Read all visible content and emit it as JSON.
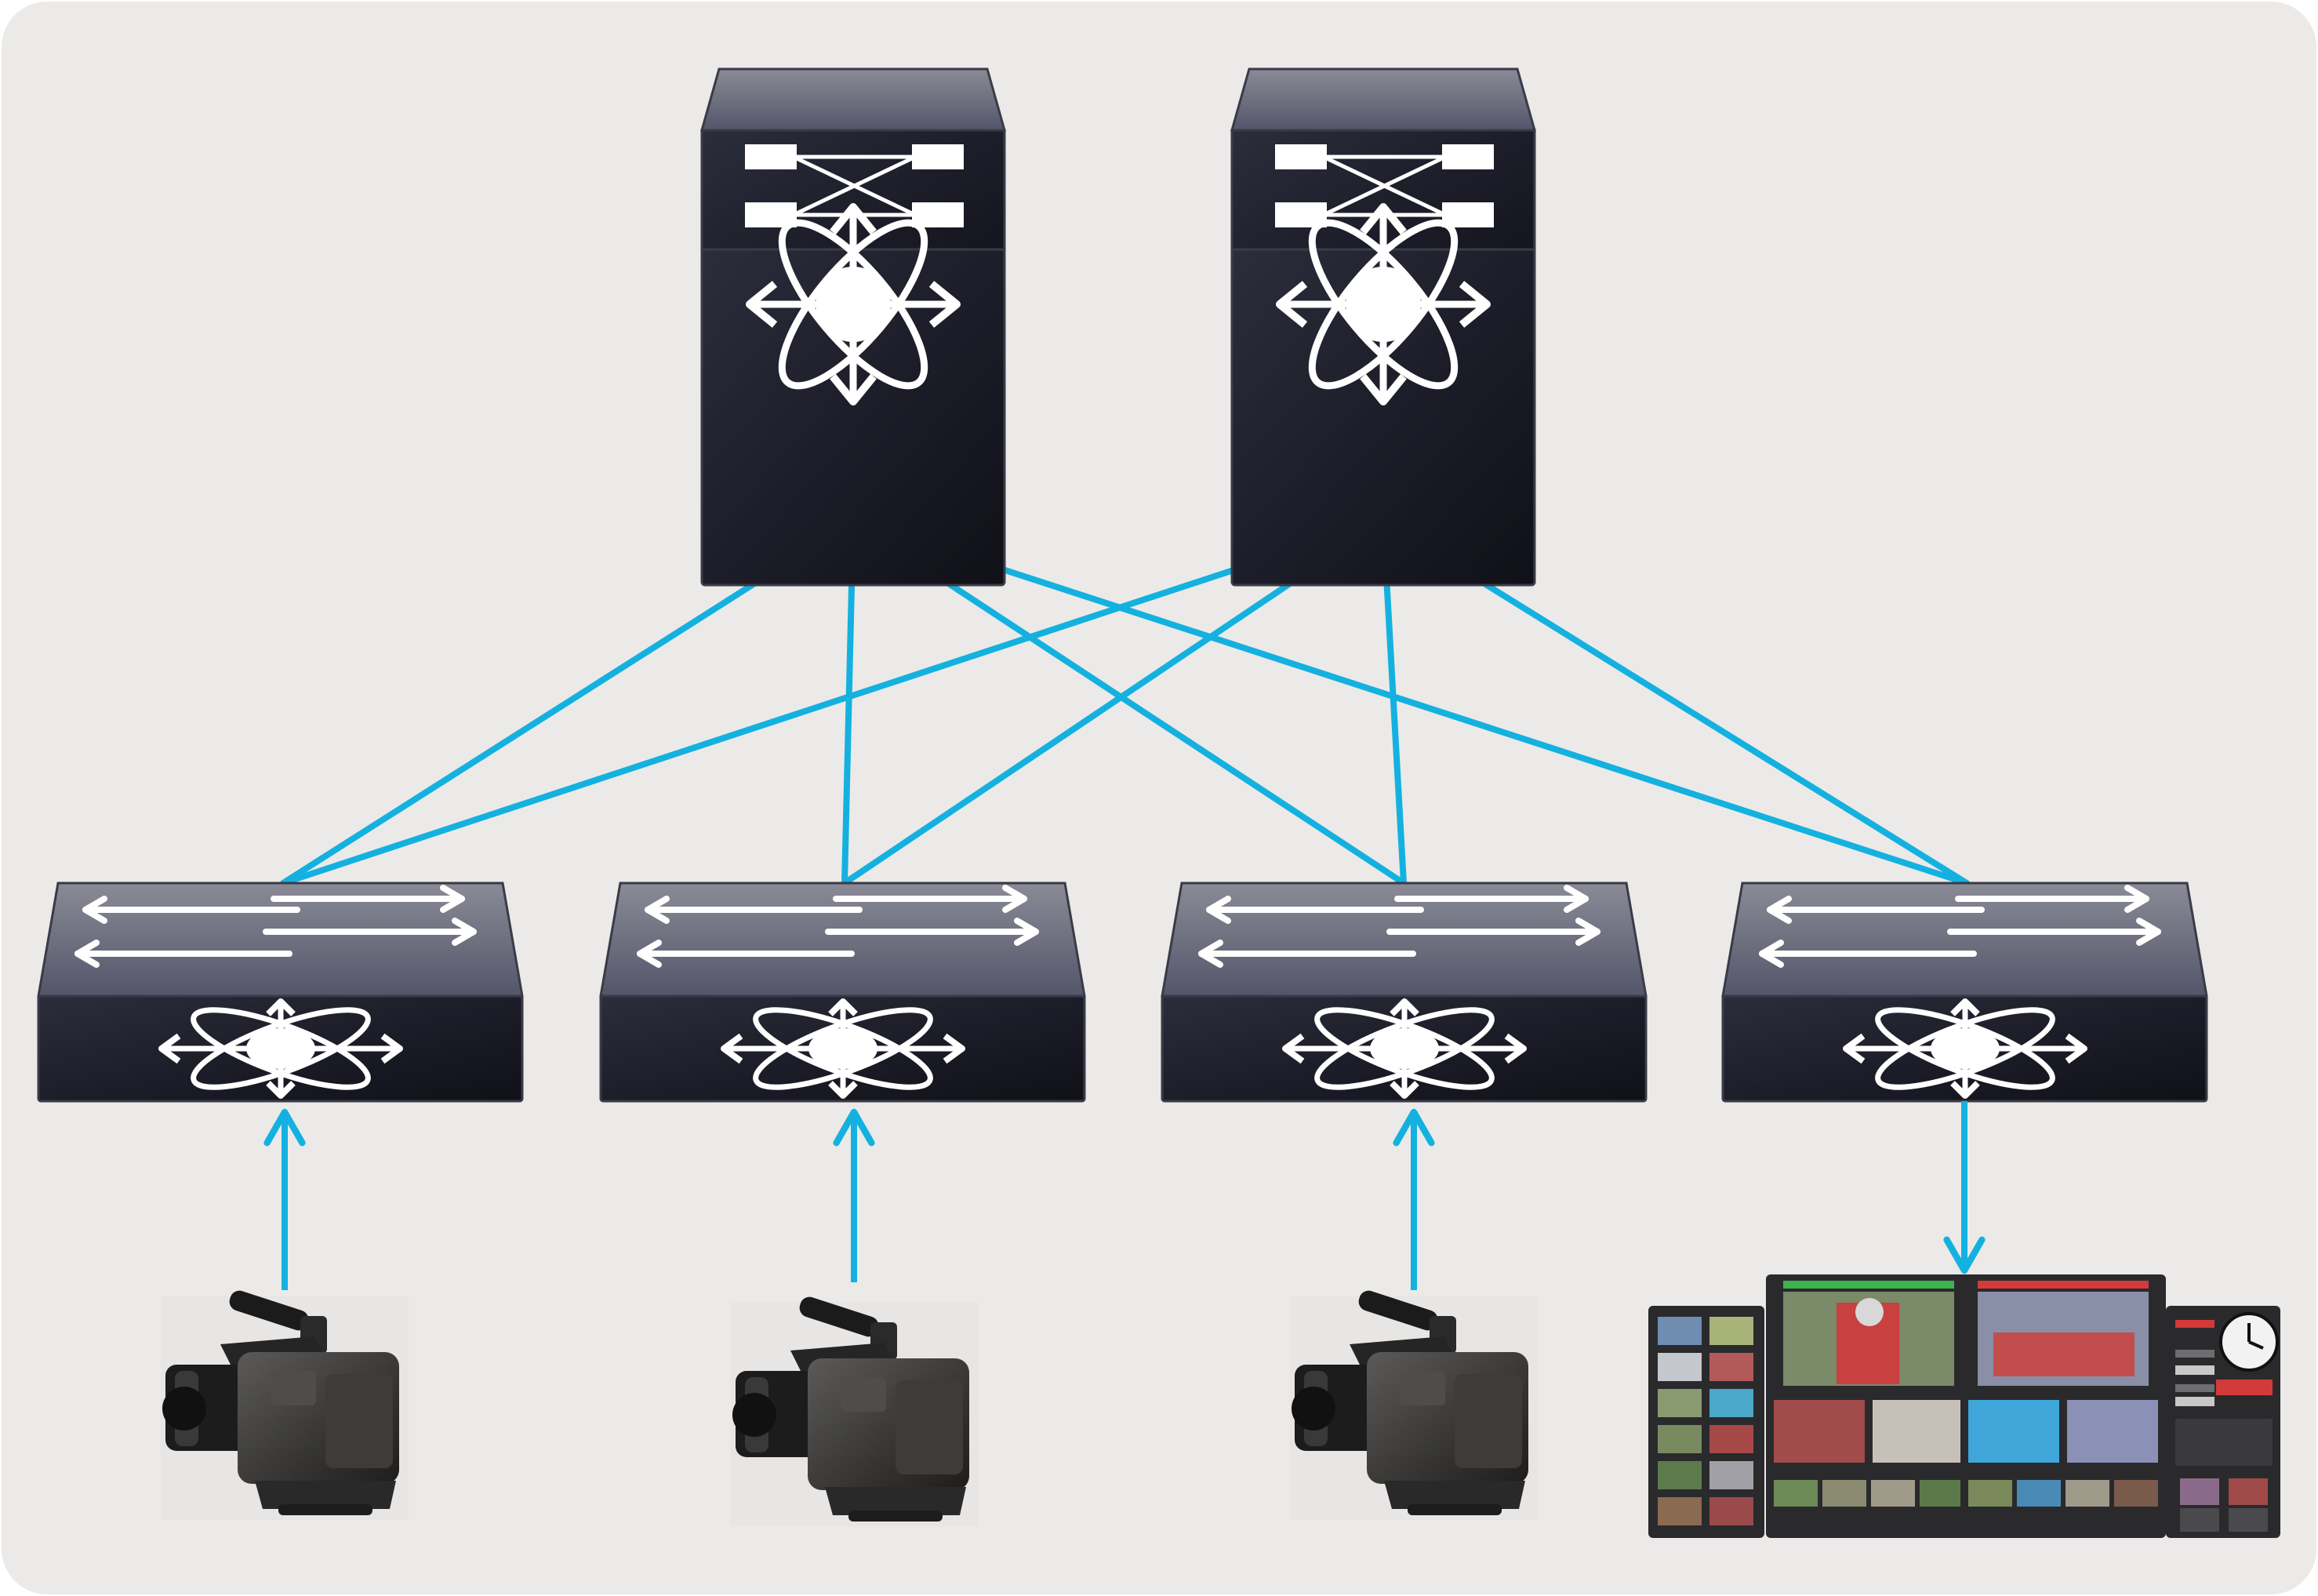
{
  "colors": {
    "background": "#ebeae8",
    "link": "#14b1e0",
    "device_top": "#62636f",
    "device_body": "#1c1d28",
    "icon": "#ffffff",
    "camera_body": "#2c2b2b",
    "monitor_frame": "#2a2a2d",
    "tally_red": "#d33a3a",
    "tally_green": "#3cb44b"
  },
  "devices": {
    "spine": [
      {
        "id": "spine-1",
        "icon": "multilayer-switch-icon"
      },
      {
        "id": "spine-2",
        "icon": "multilayer-switch-icon"
      }
    ],
    "leaf": [
      {
        "id": "leaf-1",
        "icon": "layer3-switch-icon"
      },
      {
        "id": "leaf-2",
        "icon": "layer3-switch-icon"
      },
      {
        "id": "leaf-3",
        "icon": "layer3-switch-icon"
      },
      {
        "id": "leaf-4",
        "icon": "layer3-switch-icon"
      }
    ],
    "endpoints": [
      {
        "id": "camera-1",
        "icon": "broadcast-camera-icon",
        "attached_to": "leaf-1",
        "direction": "to-switch"
      },
      {
        "id": "camera-2",
        "icon": "broadcast-camera-icon",
        "attached_to": "leaf-2",
        "direction": "to-switch"
      },
      {
        "id": "camera-3",
        "icon": "broadcast-camera-icon",
        "attached_to": "leaf-3",
        "direction": "to-switch"
      },
      {
        "id": "multiviewer",
        "icon": "multiviewer-monitor-icon",
        "attached_to": "leaf-4",
        "direction": "from-switch"
      }
    ]
  },
  "links": [
    {
      "from": "spine-1",
      "to": "leaf-1"
    },
    {
      "from": "spine-1",
      "to": "leaf-2"
    },
    {
      "from": "spine-1",
      "to": "leaf-3"
    },
    {
      "from": "spine-1",
      "to": "leaf-4"
    },
    {
      "from": "spine-2",
      "to": "leaf-1"
    },
    {
      "from": "spine-2",
      "to": "leaf-2"
    },
    {
      "from": "spine-2",
      "to": "leaf-3"
    },
    {
      "from": "spine-2",
      "to": "leaf-4"
    }
  ]
}
